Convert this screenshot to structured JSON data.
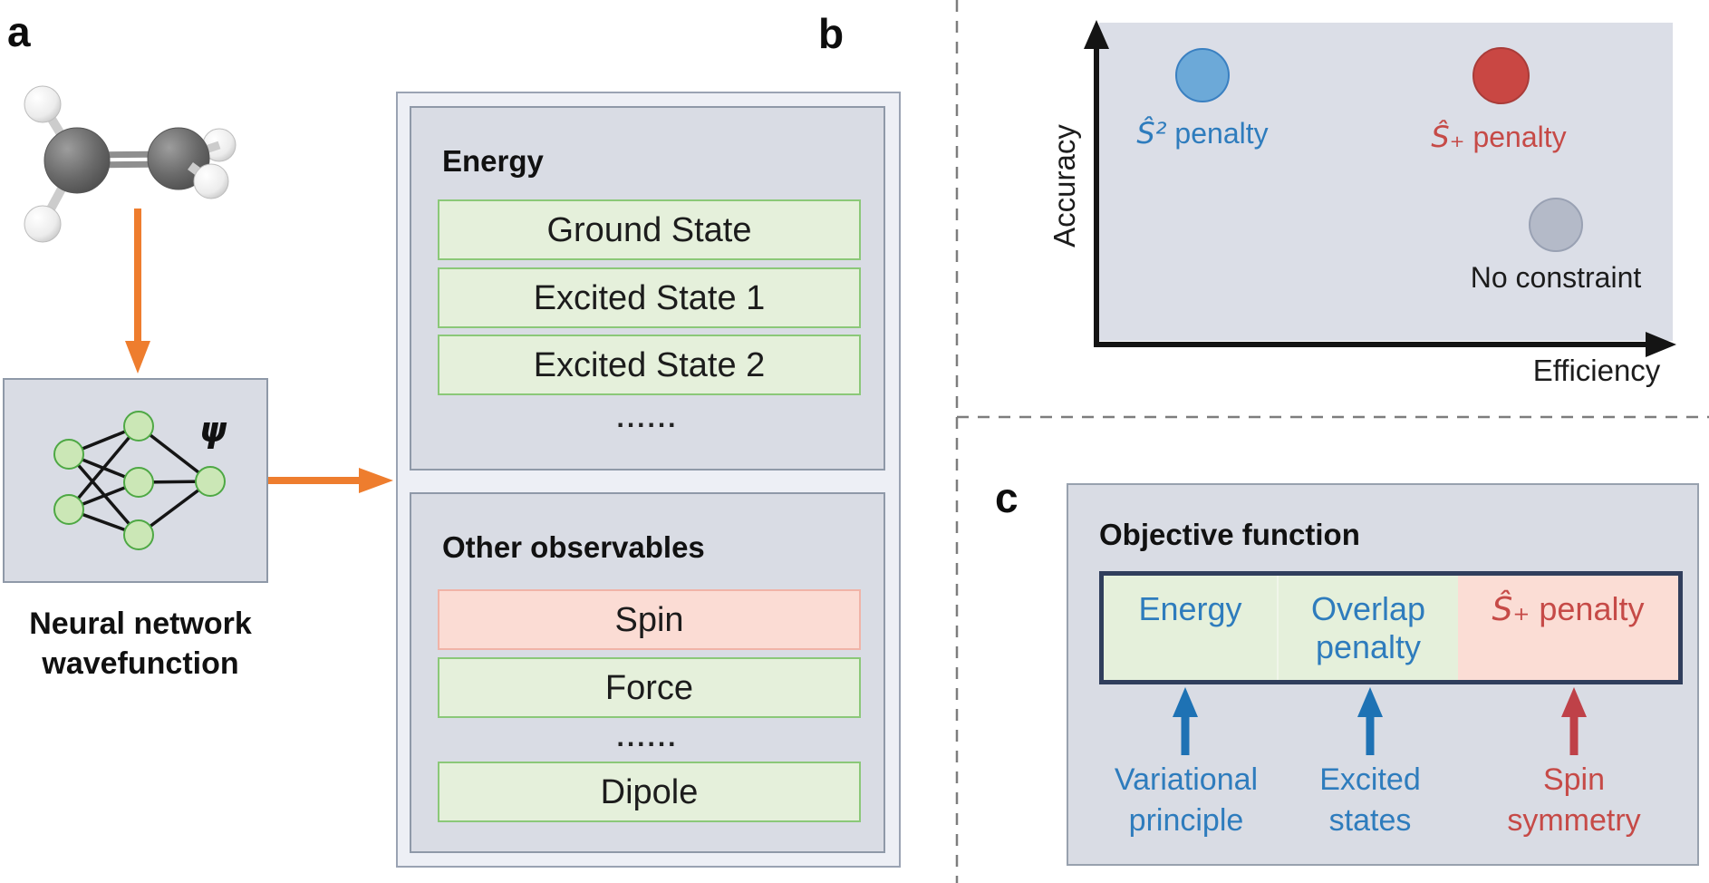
{
  "colors": {
    "accent_orange": "#ee7d2e",
    "text_blue": "#2e7cbd",
    "text_red": "#c64a47",
    "green_fill": "#e5f0db",
    "pink_fill": "#fbdcd4",
    "navy_border": "#303e5c",
    "panel_fill": "#d9dce4"
  },
  "a": {
    "panel_label": "a",
    "psi": "ψ",
    "caption_line1": "Neural network",
    "caption_line2": "wavefunction",
    "energy": {
      "title": "Energy",
      "rows": [
        "Ground State",
        "Excited State 1",
        "Excited State 2"
      ],
      "ellipsis": "......"
    },
    "observables": {
      "title": "Other observables",
      "row_spin": "Spin",
      "row_force": "Force",
      "ellipsis": "......",
      "row_dipole": "Dipole"
    }
  },
  "b": {
    "panel_label": "b",
    "y_axis_label": "Accuracy",
    "x_axis_label": "Efficiency",
    "point_s2": {
      "math": "Ŝ²",
      "rest": " penalty"
    },
    "point_splus": {
      "math": "Ŝ₊",
      "rest": " penalty"
    },
    "point_none": {
      "label": "No constraint"
    }
  },
  "c": {
    "panel_label": "c",
    "title": "Objective function",
    "seg_energy": "Energy",
    "seg_overlap_line1": "Overlap",
    "seg_overlap_line2": "penalty",
    "seg_splus": {
      "math": "Ŝ₊",
      "rest": " penalty"
    },
    "ann1_line1": "Variational",
    "ann1_line2": "principle",
    "ann2_line1": "Excited",
    "ann2_line2": "states",
    "ann3_line1": "Spin",
    "ann3_line2": "symmetry"
  }
}
